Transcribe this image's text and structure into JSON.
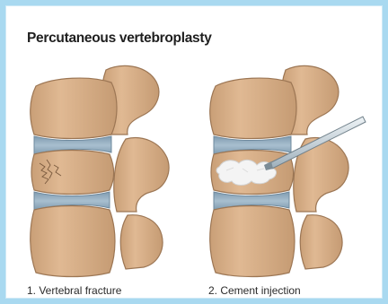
{
  "title": "Percutaneous vertebroplasty",
  "panels": [
    {
      "caption": "1. Vertebral fracture"
    },
    {
      "caption": "2. Cement injection"
    }
  ],
  "colors": {
    "background": "#a9d9f0",
    "panel": "#ffffff",
    "bone": "#d8b08a",
    "bone_dark": "#b98f69",
    "disc": "#8fa9bd",
    "cement": "#f2f2f2",
    "needle": "#cfd8de"
  }
}
